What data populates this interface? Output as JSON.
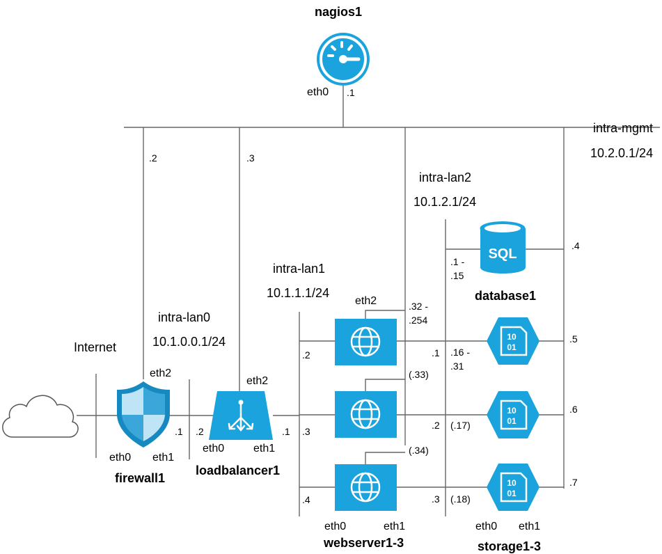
{
  "networks": {
    "mgmt_name": "intra-mgmt",
    "mgmt_cidr": "10.2.0.1/24",
    "lan0_name": "intra-lan0",
    "lan0_cidr": "10.1.0.0.1/24",
    "lan1_name": "intra-lan1",
    "lan1_cidr": "10.1.1.1/24",
    "lan2_name": "intra-lan2",
    "lan2_cidr": "10.1.2.1/24",
    "internet": "Internet"
  },
  "nodes": {
    "nagios": "nagios1",
    "firewall": "firewall1",
    "loadbalancer": "loadbalancer1",
    "webservers": "webserver1-3",
    "database": "database1",
    "storage": "storage1-3",
    "database_icon_text": "SQL",
    "storage_icon_text_1": "10",
    "storage_icon_text_2": "01"
  },
  "interfaces": {
    "eth0": "eth0",
    "eth1": "eth1",
    "eth2": "eth2"
  },
  "addresses": {
    "nagios_eth0": ".1",
    "firewall_mgmt": ".2",
    "lb_mgmt": ".3",
    "db_mgmt": ".4",
    "storage1_mgmt": ".5",
    "storage2_mgmt": ".6",
    "storage3_mgmt": ".7",
    "fw_lan0": ".1",
    "lb_lan0": ".2",
    "lb_lan1": ".1",
    "ws1_lan1": ".2",
    "ws2_lan1": ".3",
    "ws3_lan1": ".4",
    "ws_mgmt_range_1": ".32 -",
    "ws_mgmt_range_2": ".254",
    "ws2_mgmt": "(.33)",
    "ws3_mgmt": "(.34)",
    "ws1_lan2": ".1",
    "ws2_lan2": ".2",
    "ws3_lan2": ".3",
    "db_lan2_1": ".1 -",
    "db_lan2_2": ".15",
    "st_range_1": ".16 -",
    "st_range_2": ".31",
    "st2_lan2": "(.17)",
    "st3_lan2": "(.18)"
  },
  "colors": {
    "accent": "#1aa3dc",
    "accent_dark": "#1589c0",
    "shield_light": "#bfe4f5",
    "shield_dark": "#3aa6d9",
    "wire": "#555555"
  }
}
